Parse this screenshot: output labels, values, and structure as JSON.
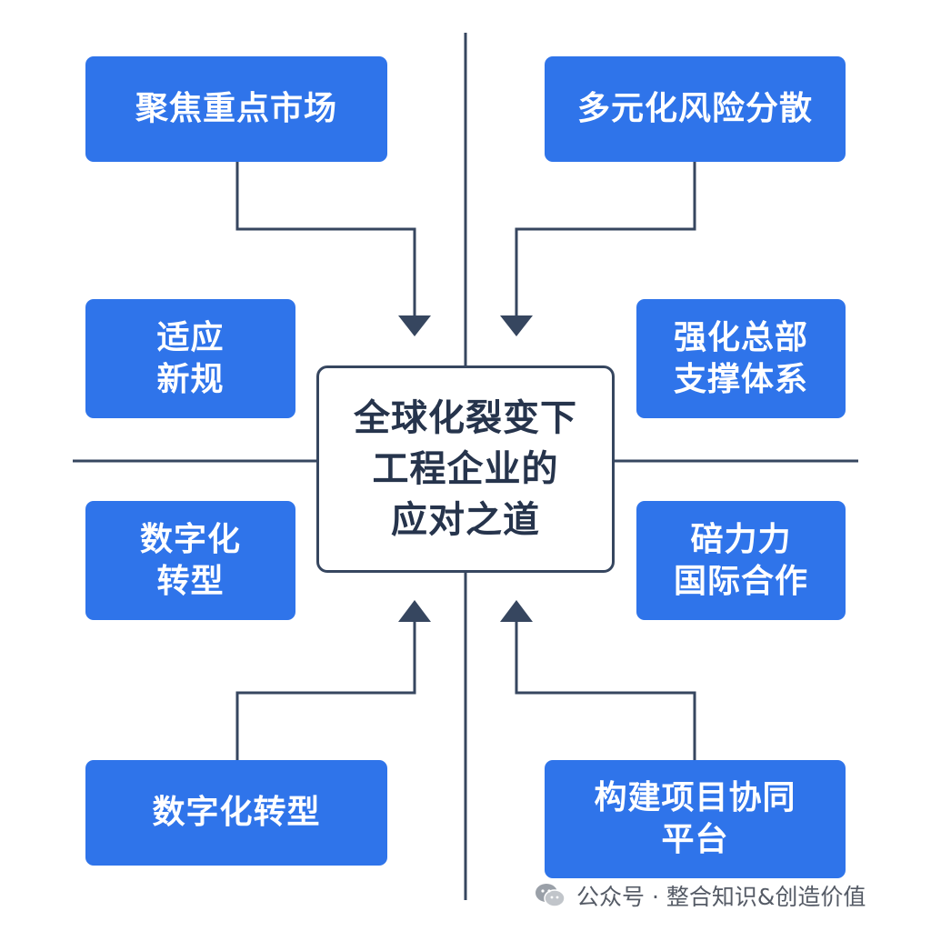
{
  "diagram": {
    "center": {
      "lines": [
        "全球化裂变下",
        "工程企业的",
        "应对之道"
      ]
    },
    "boxes": {
      "top_left": {
        "lines": [
          "聚焦重点市场"
        ]
      },
      "mid_left_upper": {
        "lines": [
          "适应",
          "新规"
        ]
      },
      "mid_left_lower": {
        "lines": [
          "数字化",
          "转型"
        ]
      },
      "bottom_left": {
        "lines": [
          "数字化转型"
        ]
      },
      "top_right": {
        "lines": [
          "多元化风险分散"
        ]
      },
      "mid_right_upper": {
        "lines": [
          "强化总部",
          "支撑体系"
        ]
      },
      "mid_right_lower": {
        "lines": [
          "碚力力",
          "国际合作"
        ]
      },
      "bottom_right": {
        "lines": [
          "构建项目协同",
          "平台"
        ]
      }
    }
  },
  "footer": {
    "watermark_icon": "wechat-icon",
    "watermark_text": "公众号 · 整合知识&创造价值"
  },
  "colors": {
    "box_fill": "#2f74ea",
    "line": "#36465f",
    "center_text": "#26344c",
    "watermark_text": "#555b66"
  }
}
